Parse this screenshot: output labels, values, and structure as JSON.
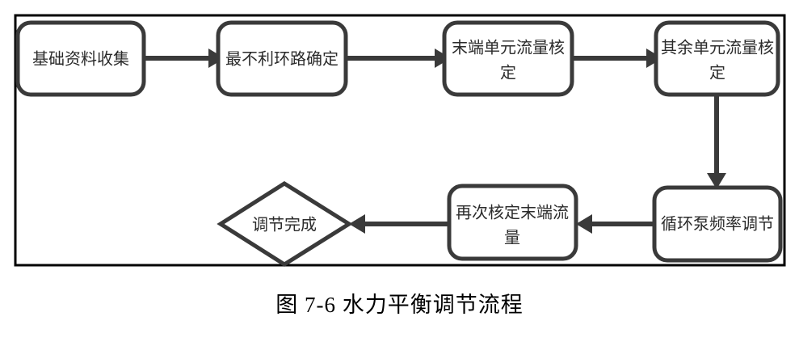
{
  "figure": {
    "caption": "图 7-6  水力平衡调节流程",
    "colors": {
      "node_stroke": "#3a3a3a",
      "node_fill": "#ffffff",
      "connector": "#3a3a3a",
      "frame": "#000000",
      "text": "#2b2b2b",
      "caption_text": "#000000",
      "background": "#ffffff"
    }
  },
  "flowchart": {
    "type": "process-flow",
    "nodes": [
      {
        "id": "n1",
        "shape": "rounded-rect",
        "lines": [
          "基础资料收集"
        ]
      },
      {
        "id": "n2",
        "shape": "rounded-rect",
        "lines": [
          "最不利环路确定"
        ]
      },
      {
        "id": "n3",
        "shape": "rounded-rect",
        "lines": [
          "末端单元流量核",
          "定"
        ]
      },
      {
        "id": "n4",
        "shape": "rounded-rect",
        "lines": [
          "其余单元流量核",
          "定"
        ]
      },
      {
        "id": "n5",
        "shape": "rounded-rect",
        "lines": [
          "循环泵频率调节"
        ]
      },
      {
        "id": "n6",
        "shape": "rounded-rect",
        "lines": [
          "再次核定末端流",
          "量"
        ]
      },
      {
        "id": "n7",
        "shape": "diamond",
        "lines": [
          "调节完成"
        ]
      }
    ],
    "edges": [
      {
        "from": "n1",
        "to": "n2",
        "direction": "right"
      },
      {
        "from": "n2",
        "to": "n3",
        "direction": "right"
      },
      {
        "from": "n3",
        "to": "n4",
        "direction": "right"
      },
      {
        "from": "n4",
        "to": "n5",
        "direction": "down"
      },
      {
        "from": "n5",
        "to": "n6",
        "direction": "left"
      },
      {
        "from": "n6",
        "to": "n7",
        "direction": "left"
      }
    ]
  }
}
